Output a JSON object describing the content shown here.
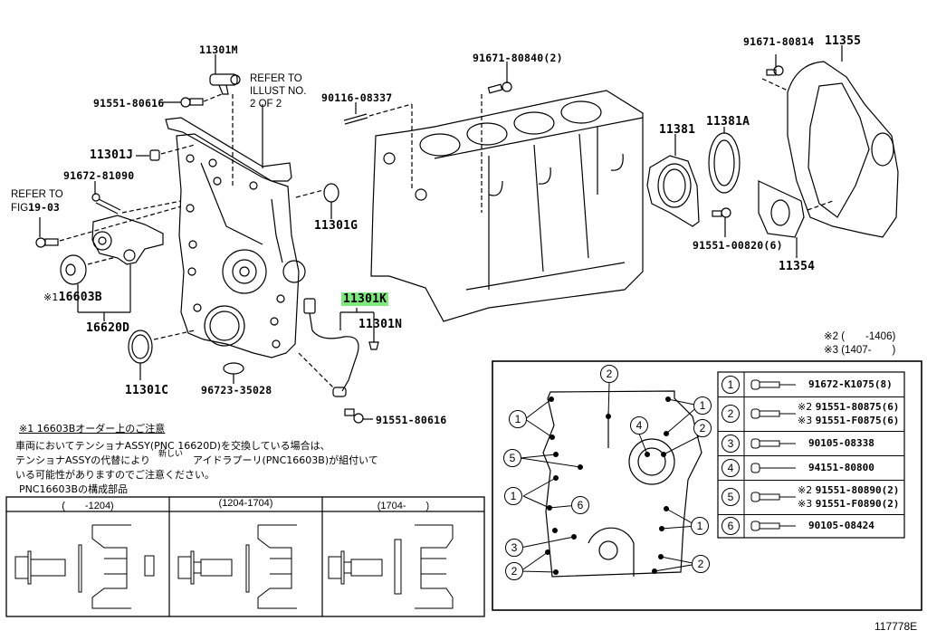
{
  "diagram": {
    "id_code": "117778E",
    "highlight_color": "#7fe87f",
    "labels": {
      "p11301M": "11301M",
      "p91551_80616_top": "91551-80616",
      "refer_illust": [
        "REFER TO",
        "ILLUST NO.",
        "2 OF 2"
      ],
      "p11301J": "11301J",
      "p91672_81090": "91672-81090",
      "refer_fig": [
        "REFER TO",
        "FIG"
      ],
      "refer_fig_num": "19-03",
      "p16603B_mark": "※1",
      "p16603B": "16603B",
      "p16620D": "16620D",
      "p11301C": "11301C",
      "p96723_35028": "96723-35028",
      "p11301G": "11301G",
      "p11301K": "11301K",
      "p11301N": "11301N",
      "p91551_80616_bottom": "91551-80616",
      "p90116_08337": "90116-08337",
      "p91671_80840": "91671-80840(2)",
      "p11381": "11381",
      "p11381A": "11381A",
      "p91551_00820": "91551-00820(6)",
      "p91671_80814": "91671-80814",
      "p11355": "11355",
      "p11354": "11354"
    },
    "note": {
      "title": "※1 16603Bオーダー上のご注意",
      "line1": "車両においてテンショナASSY(PNC 16620D)を交換している場合は、",
      "line2a": "テンショナASSYの代替により",
      "line2_overlay": "新しい",
      "line2b": "アイドラプーリ(PNC16603B)が組付いて",
      "line3": "いる可能性がありますのでご注意ください。",
      "subtitle": "PNC16603Bの構成部品"
    },
    "composition_table": {
      "columns": [
        "(　　-1204)",
        "(1204-1704)",
        "(1704-　　)"
      ]
    },
    "legend_periods": [
      "※2 (　　-1406)",
      "※3 (1407-　　)"
    ],
    "fastener_table": [
      {
        "num": "1",
        "parts": [
          {
            "mark": "",
            "pn": "91672-K1075(8)"
          }
        ]
      },
      {
        "num": "2",
        "parts": [
          {
            "mark": "※2",
            "pn": "91551-80875(6)"
          },
          {
            "mark": "※3",
            "pn": "91551-F0875(6)"
          }
        ]
      },
      {
        "num": "3",
        "parts": [
          {
            "mark": "",
            "pn": "90105-08338"
          }
        ]
      },
      {
        "num": "4",
        "parts": [
          {
            "mark": "",
            "pn": "94151-80800"
          }
        ]
      },
      {
        "num": "5",
        "parts": [
          {
            "mark": "※2",
            "pn": "91551-80890(2)"
          },
          {
            "mark": "※3",
            "pn": "91551-F0890(2)"
          }
        ]
      },
      {
        "num": "6",
        "parts": [
          {
            "mark": "",
            "pn": "90105-08424"
          }
        ]
      }
    ],
    "cover_callouts": [
      "2",
      "1",
      "1",
      "4",
      "2",
      "5",
      "1",
      "6",
      "1",
      "3",
      "2",
      "2"
    ]
  }
}
